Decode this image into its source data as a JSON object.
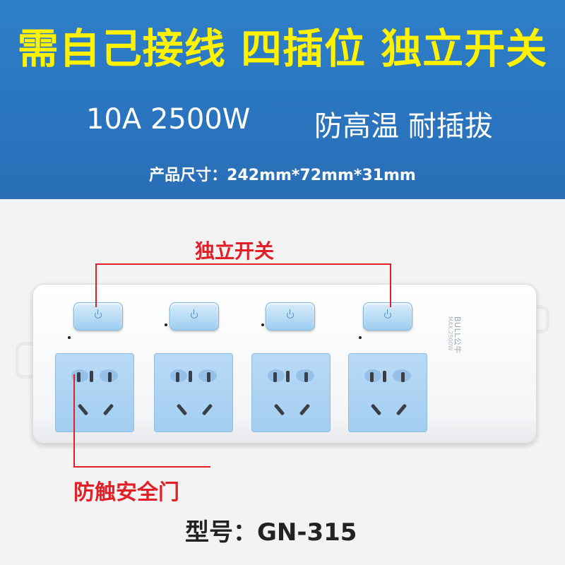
{
  "banner": {
    "headline": "需自己接线  四插位  独立开关",
    "spec_power": "10A  2500W",
    "spec_features": "防高温  耐插拔",
    "size_text": "产品尺寸：242mm*72mm*31mm"
  },
  "annotations": {
    "switch_callout": "独立开关",
    "shutter_callout": "防触安全门"
  },
  "product": {
    "brand_mark": "BULL公牛",
    "rating_mark": "MAX.2500W",
    "model_label": "型号：GN-315",
    "switch_count": 4,
    "socket_count": 4
  },
  "colors": {
    "banner_blue": "#2a74bf",
    "headline_yellow": "#fff200",
    "callout_red": "#e21f26",
    "socket_blue": "#a9d2f2"
  }
}
